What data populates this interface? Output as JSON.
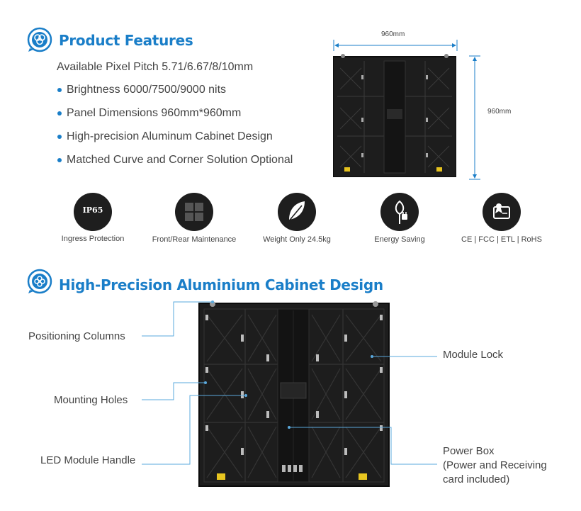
{
  "features": {
    "title": "Product Features",
    "pixel_pitch": "Available Pixel Pitch 5.71/6.67/8/10mm",
    "items": [
      "Brightness 6000/7500/9000 nits",
      "Panel Dimensions 960mm*960mm",
      "High-precision Aluminum Cabinet Design",
      "Matched Curve and Corner Solution Optional"
    ]
  },
  "dimensions": {
    "width": "960mm",
    "height": "960mm"
  },
  "badges": [
    {
      "icon": "ip65-icon",
      "icon_text": "IP65",
      "label": "Ingress Protection"
    },
    {
      "icon": "module-grid-icon",
      "label": "Front/Rear Maintenance"
    },
    {
      "icon": "feather-icon",
      "label": "Weight Only 24.5kg"
    },
    {
      "icon": "plug-leaf-icon",
      "label": "Energy Saving"
    },
    {
      "icon": "certificate-icon",
      "label": "CE | FCC | ETL | RoHS"
    }
  ],
  "cabinet": {
    "title": "High-Precision Aluminium Cabinet Design",
    "callouts": {
      "positioning_columns": "Positioning Columns",
      "mounting_holes": "Mounting Holes",
      "led_module_handle": "LED Module Handle",
      "module_lock": "Module Lock",
      "power_box_1": "Power Box",
      "power_box_2": "(Power and Receiving",
      "power_box_3": "card included)"
    }
  },
  "colors": {
    "accent": "#1a7ec8",
    "leader": "#5aa8dc",
    "cabinet": "#1c1c1c"
  }
}
